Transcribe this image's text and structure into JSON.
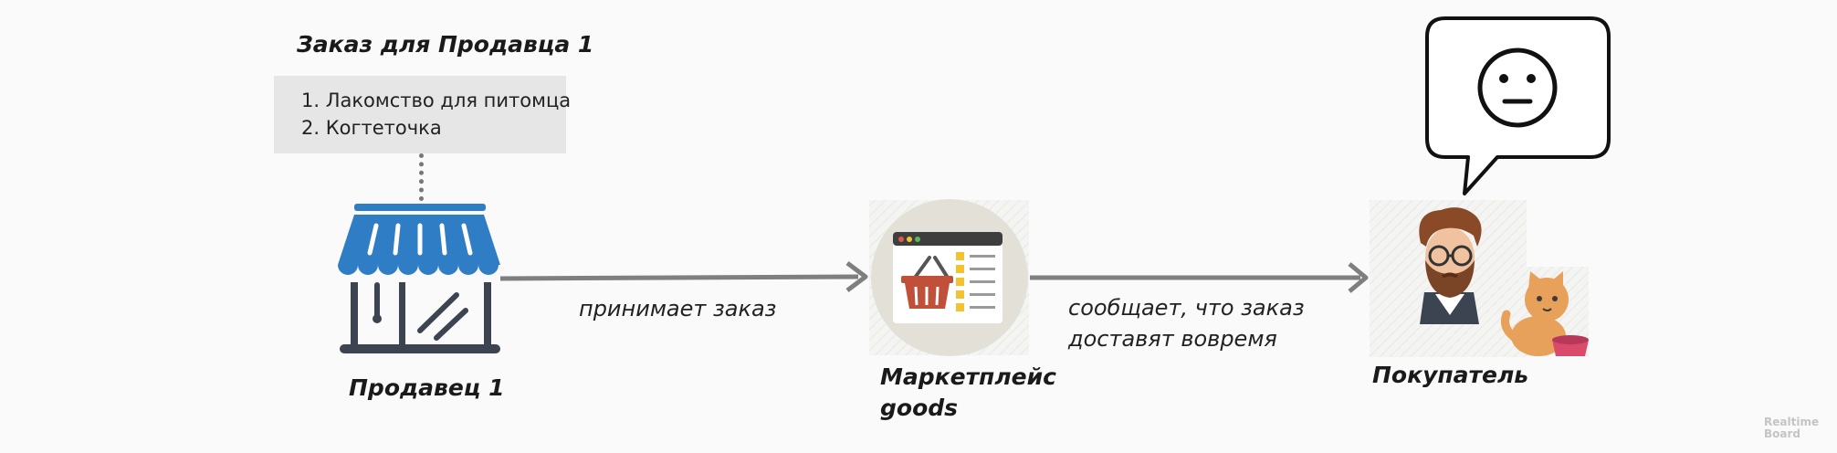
{
  "order": {
    "title": "Заказ для Продавца 1",
    "items": [
      "1. Лакомство для питомца",
      "2. Когтеточка"
    ]
  },
  "nodes": {
    "seller": {
      "label": "Продавец 1",
      "icon": "storefront-icon"
    },
    "marketplace": {
      "label_line1": "Маркетплейс",
      "label_line2": "goods",
      "icon": "shopping-basket-browser-icon"
    },
    "buyer": {
      "label": "Покупатель",
      "icon": "bearded-man-avatar-icon",
      "pet_icon": "ginger-cat-icon"
    }
  },
  "edges": {
    "seller_to_marketplace": {
      "label": "принимает заказ"
    },
    "marketplace_to_buyer": {
      "label_line1": "сообщает, что заказ",
      "label_line2": "доставят вовремя"
    }
  },
  "speech_bubble": {
    "icon": "neutral-face-icon"
  },
  "watermark": {
    "line1": "Realtime",
    "line2": "Board"
  },
  "colors": {
    "store_blue": "#2f7dc4",
    "store_dark": "#3b4450",
    "arrow": "#7f7f7f",
    "basket_red": "#c0503a",
    "accent_yellow": "#f2c230",
    "beard_brown": "#7a4426",
    "cat_orange": "#e8a15a"
  }
}
